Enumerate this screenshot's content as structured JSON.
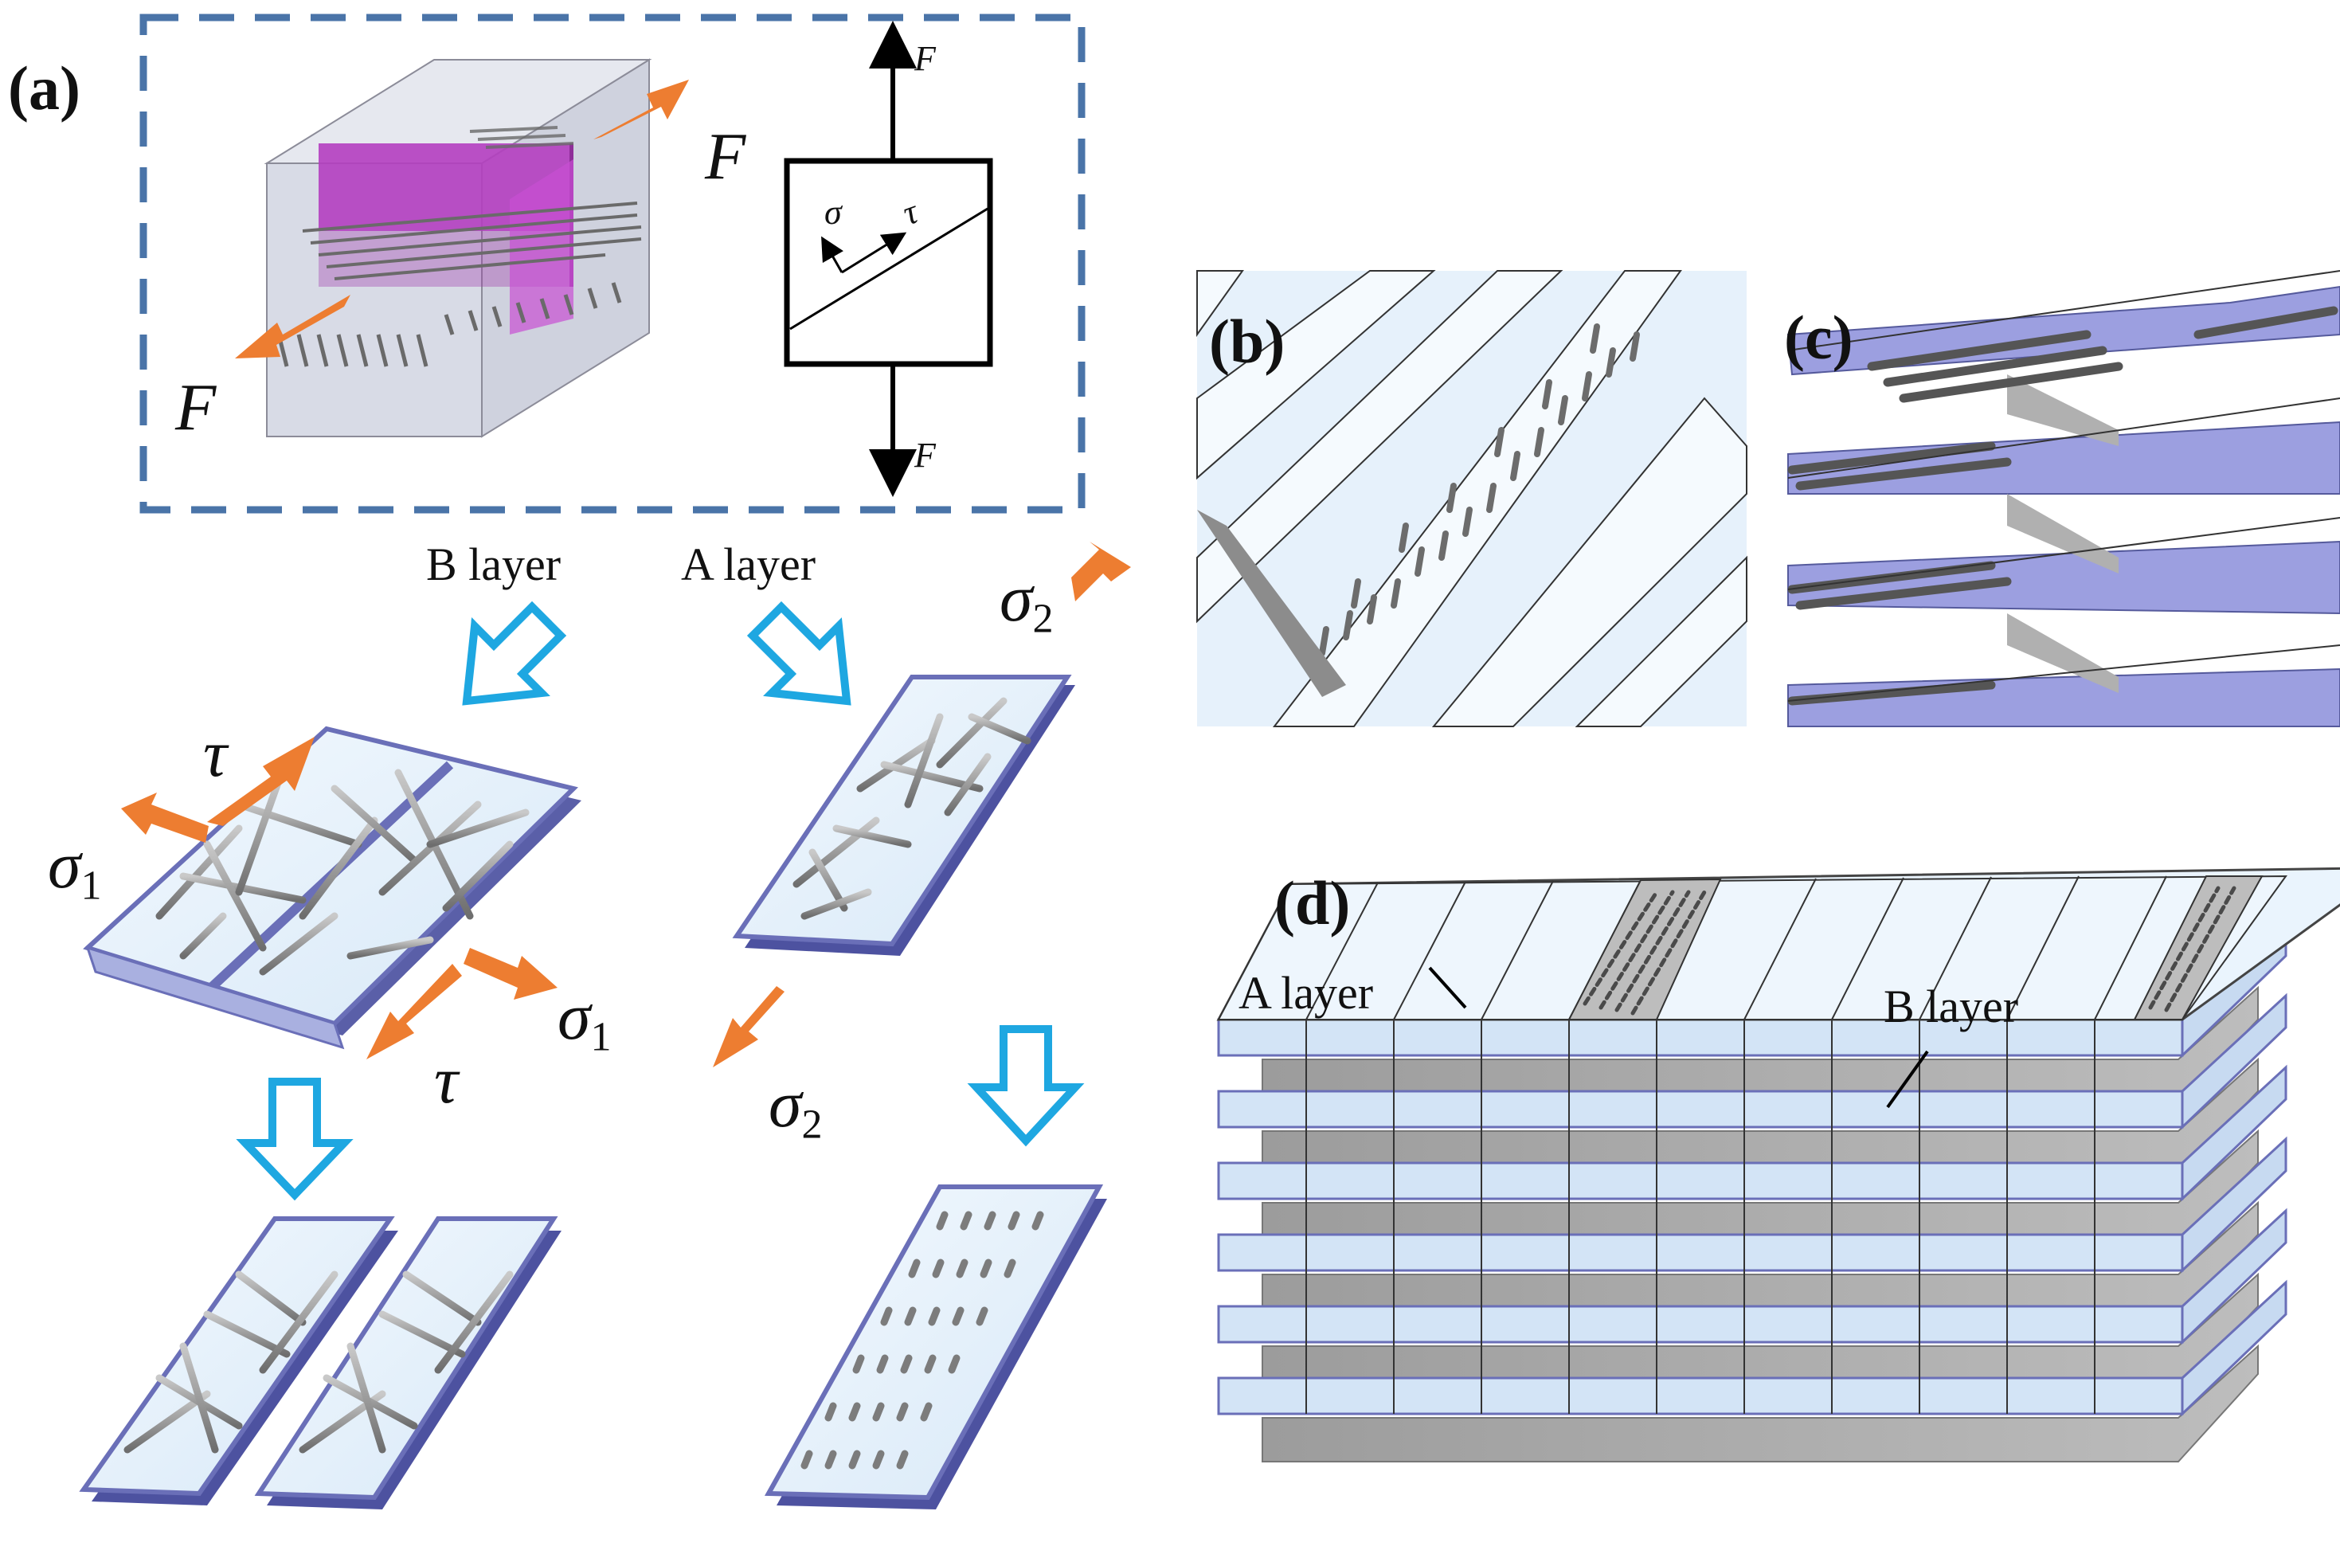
{
  "panels": {
    "a": "(a)",
    "b": "(b)",
    "c": "(c)",
    "d": "(d)"
  },
  "layers": {
    "b_layer": "B layer",
    "a_layer": "A layer"
  },
  "symbols": {
    "force": "F",
    "normal_stress": "σ",
    "shear_stress": "τ",
    "sigma_main": "σ",
    "sub_1": "1",
    "sub_2": "2"
  },
  "colors": {
    "dashed_frame": "#4a74a8",
    "force_arrow": "#ed7d31",
    "flow_arrow": "#1ea7e1",
    "plane": "#b43ec0",
    "layer_fill": "#e3f1fb",
    "layer_edge": "#6a6fb8",
    "rod": "#8a8a8a",
    "substrate": "#9a9a9a"
  },
  "icons": [
    "block-arrow-down-icon",
    "force-arrow-icon"
  ]
}
